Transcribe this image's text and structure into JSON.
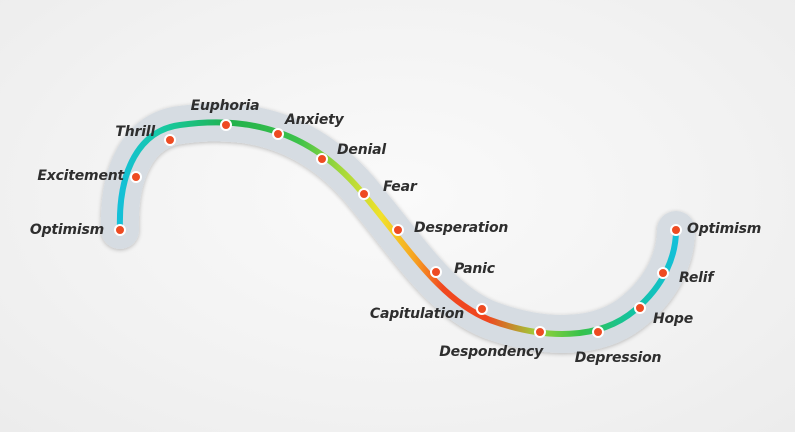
{
  "stages": [
    {
      "id": "optimism-start",
      "label": "Optimism"
    },
    {
      "id": "excitement",
      "label": "Excitement"
    },
    {
      "id": "thrill",
      "label": "Thrill"
    },
    {
      "id": "euphoria",
      "label": "Euphoria"
    },
    {
      "id": "anxiety",
      "label": "Anxiety"
    },
    {
      "id": "denial",
      "label": "Denial"
    },
    {
      "id": "fear",
      "label": "Fear"
    },
    {
      "id": "desperation",
      "label": "Desperation"
    },
    {
      "id": "panic",
      "label": "Panic"
    },
    {
      "id": "capitulation",
      "label": "Capitulation"
    },
    {
      "id": "despondency",
      "label": "Despondency"
    },
    {
      "id": "depression",
      "label": "Depression"
    },
    {
      "id": "hope",
      "label": "Hope"
    },
    {
      "id": "relif",
      "label": "Relif"
    },
    {
      "id": "optimism-end",
      "label": "Optimism"
    }
  ],
  "colors": {
    "track_halo": "#d6dce2",
    "dot": "#ee4b22",
    "gradient": [
      "#14c0d8",
      "#17c9a0",
      "#22b14c",
      "#3cc24a",
      "#a6d93a",
      "#f2e12a",
      "#f7a321",
      "#f0481f",
      "#f0451f",
      "#9bd23a",
      "#35c24b",
      "#12c3a0",
      "#14c0d8"
    ]
  }
}
